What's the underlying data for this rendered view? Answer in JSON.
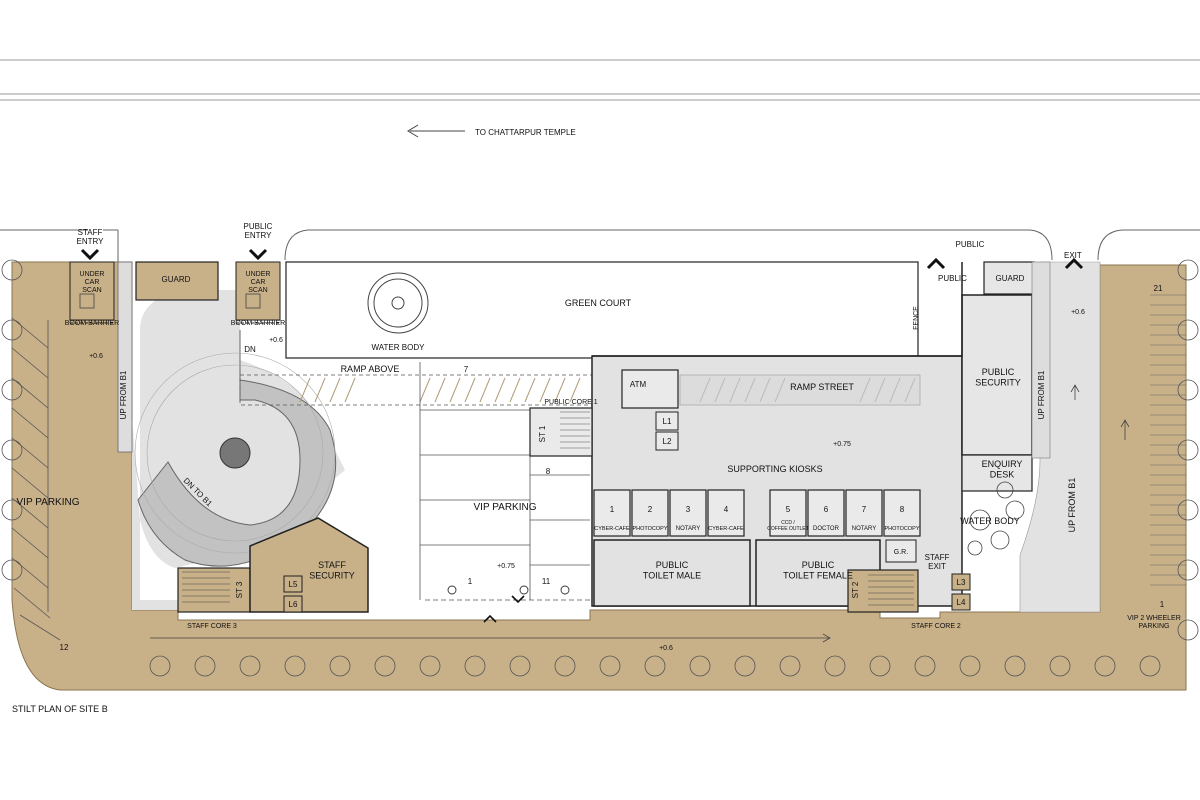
{
  "colors": {
    "paving": "#c8b089",
    "paving_stroke": "#a38a62",
    "concrete": "#e2e2e2",
    "room_fill": "#eaeaea",
    "wall": "#222222",
    "background": "#ffffff",
    "tree": "#555555"
  },
  "road": {
    "direction_label": "TO CHATTARPUR TEMPLE"
  },
  "entries": {
    "staff_entry": "STAFF\nENTRY",
    "public_entry": "PUBLIC\nENTRY",
    "public_top": "PUBLIC",
    "public_side": "PUBLIC",
    "exit": "EXIT",
    "staff_exit": "STAFF\nEXIT"
  },
  "rooms": {
    "under_car_scan_1": "UNDER\nCAR\nSCAN",
    "under_car_scan_2": "UNDER\nCAR\nSCAN",
    "guard_left": "GUARD",
    "guard_right": "GUARD",
    "boom_barrier_1": "BOOM BARRIER",
    "boom_barrier_2": "BOOM BARRIER",
    "green_court": "GREEN COURT",
    "water_body_top": "WATER BODY",
    "fence": "FENCE",
    "public_security": "PUBLIC\nSECURITY",
    "enquiry_desk": "ENQUIRY\nDESK",
    "water_body_right": "WATER BODY",
    "ramp_above": "RAMP ABOVE",
    "ramp_street": "RAMP STREET",
    "atm": "ATM",
    "public_core_1": "PUBLIC CORE 1",
    "st1": "ST 1",
    "st2": "ST 2",
    "st3": "ST 3",
    "l1": "L1",
    "l2": "L2",
    "l3": "L3",
    "l4": "L4",
    "l5": "L5",
    "l6": "L6",
    "supporting_kiosks": "SUPPORTING KIOSKS",
    "staff_security": "STAFF\nSECURITY",
    "public_toilet_male": "PUBLIC\nTOILET MALE",
    "public_toilet_female": "PUBLIC\nTOILET FEMALE",
    "gr": "G.R.",
    "vip_parking_center": "VIP PARKING",
    "vip_parking_left": "VIP PARKING",
    "vip_2_wheeler": "VIP 2 WHEELER\nPARKING",
    "staff_core_3": "STAFF CORE 3",
    "staff_core_2": "STAFF CORE 2",
    "dn": "DN",
    "dn_to_b1": "DN TO B1",
    "up_from_b1_left": "UP FROM B1",
    "up_from_b1_right_1": "UP FROM B1",
    "up_from_b1_right_2": "UP FROM B1"
  },
  "kiosks": [
    {
      "num": "1",
      "name": "CYBER-CAFE"
    },
    {
      "num": "2",
      "name": "PHOTOCOPY"
    },
    {
      "num": "3",
      "name": "NOTARY"
    },
    {
      "num": "4",
      "name": "CYBER-CAFE"
    },
    {
      "num": "5",
      "name": "CCD /\nCOFFEE OUTLET"
    },
    {
      "num": "6",
      "name": "DOCTOR"
    },
    {
      "num": "7",
      "name": "NOTARY"
    },
    {
      "num": "8",
      "name": "PHOTOCOPY"
    }
  ],
  "levels": {
    "l_left": "+0.6",
    "l_entry": "+0.6",
    "l_right": "+0.6",
    "l_bottom": "+0.6",
    "l_street": "+0.75",
    "l_parking": "+0.75"
  },
  "counts": {
    "c7": "7",
    "c8": "8",
    "c1": "1",
    "c11": "11",
    "c12": "12",
    "c21": "21",
    "c1_right": "1"
  },
  "plan_title": "STILT PLAN OF SITE B"
}
